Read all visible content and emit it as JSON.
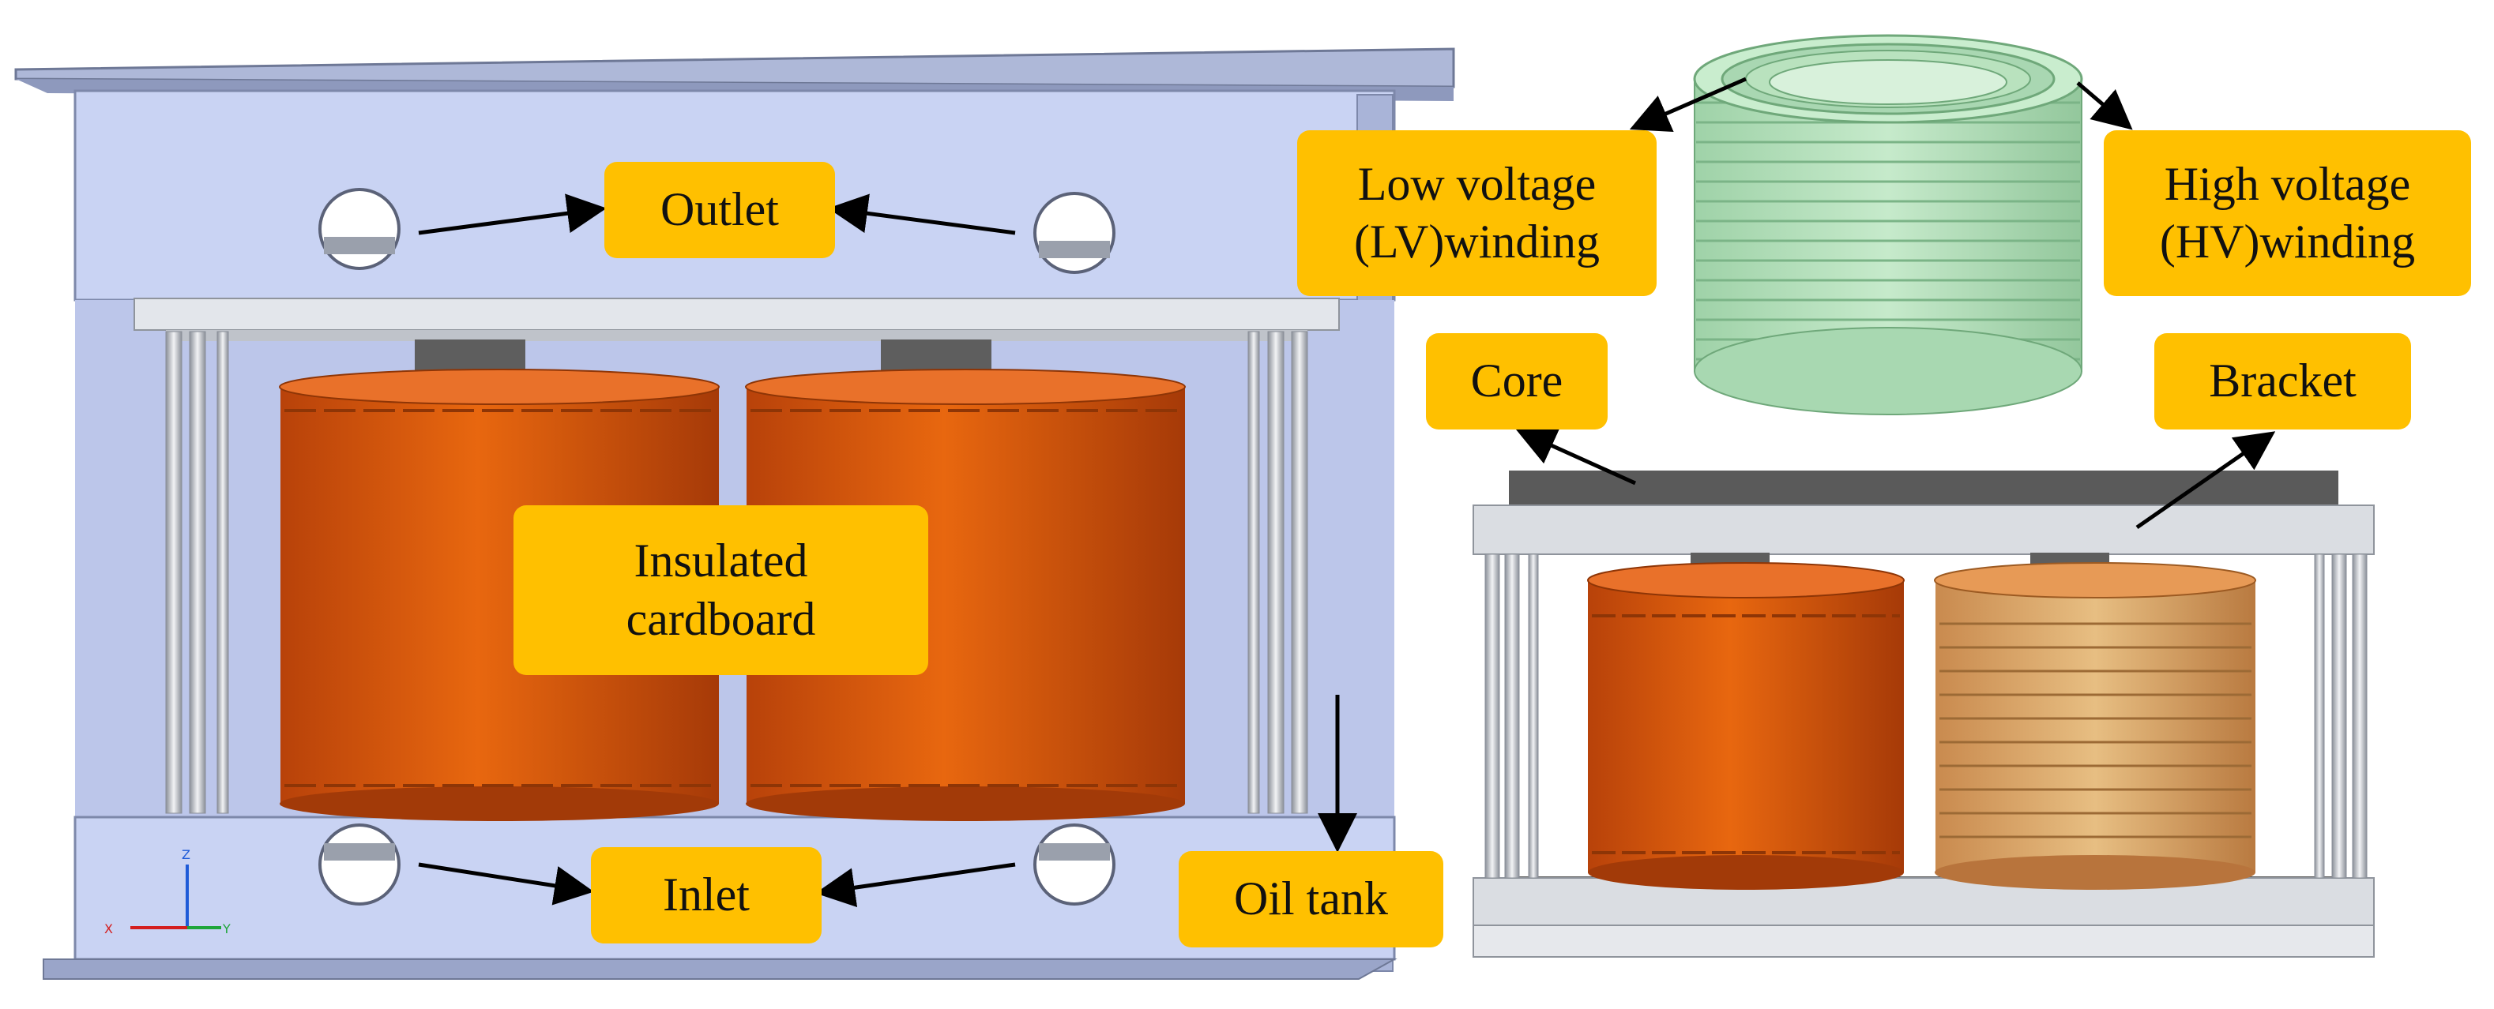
{
  "labels": {
    "outlet": "Outlet",
    "inlet": "Inlet",
    "insulated_line1": "Insulated",
    "insulated_line2": "cardboard",
    "oil_tank": "Oil tank",
    "lv_line1": "Low voltage",
    "lv_line2": "(LV)winding",
    "hv_line1": "High voltage",
    "hv_line2": "(HV)winding",
    "core": "Core",
    "bracket": "Bracket"
  },
  "axes": {
    "z": "Z",
    "x": "X",
    "y": "Y"
  },
  "colors": {
    "label_fill": "#FFC000",
    "tank": "#C9D3F3",
    "cardboard": "#D9560B",
    "hv_winding": "#B9E2BE",
    "core": "#5A5A5A",
    "bracket": "#DADDE2"
  }
}
